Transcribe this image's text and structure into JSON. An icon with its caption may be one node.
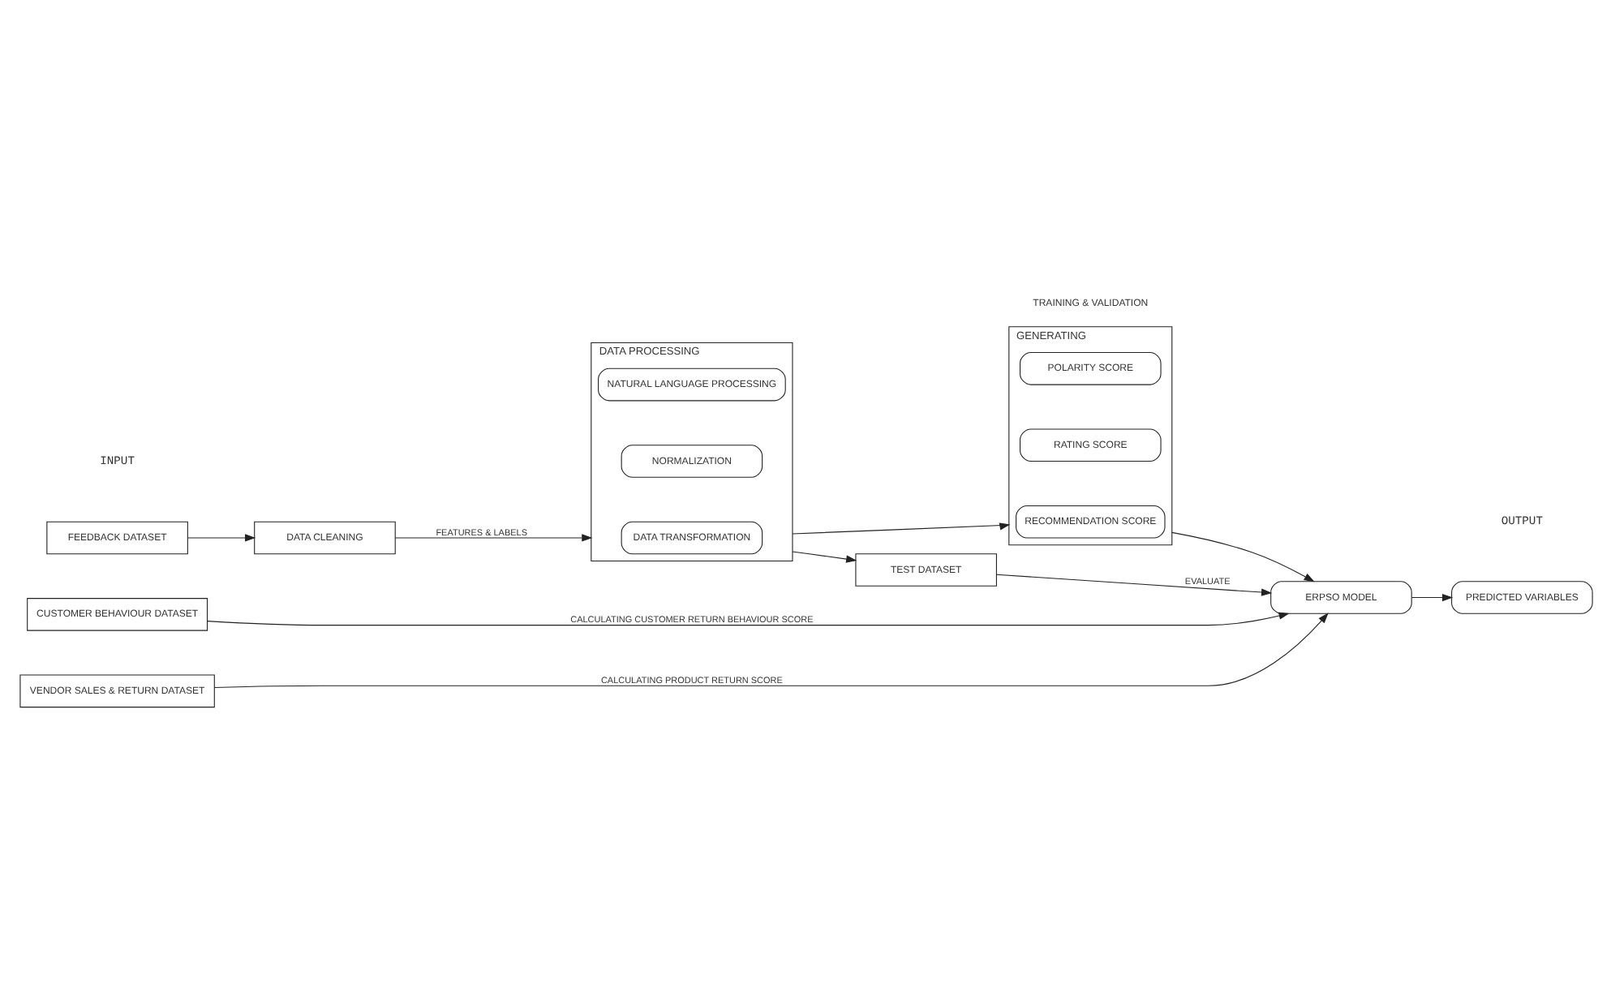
{
  "diagram": {
    "nodes": [
      {
        "text": [
          "FEEDBACK DATASET"
        ]
      },
      {
        "text": [
          "DATA CLEANING"
        ]
      },
      {
        "text": [
          "DATA PROCESSING"
        ]
      },
      {
        "text": [
          "DATA TRANSFORMATION"
        ],
        "in": 2
      },
      {
        "text": [
          "NORMALIZATION"
        ],
        "in": 2
      },
      {
        "text": [
          "NATURAL LANGUAGE PROCESSING"
        ],
        "in": 2
      },
      {
        "text": [
          "GENERATING"
        ]
      },
      {
        "text": [
          "RECOMMENDATION SCORE"
        ],
        "in": 6
      },
      {
        "text": [
          "RATING SCORE"
        ],
        "in": 6
      },
      {
        "text": [
          "POLARITY SCORE"
        ],
        "in": 6
      },
      {
        "text": [
          "TEST DATASET"
        ]
      },
      {
        "text": [
          "PREDICTED VARIABLES"
        ]
      },
      {
        "text": [
          "ERPSO MODEL"
        ]
      },
      {
        "text": [
          "CUSTOMER BEHAVIOUR DATASET"
        ]
      },
      {
        "text": [
          "VENDOR SALES & RETURN DATASET"
        ]
      }
    ],
    "edges": [
      {
        "from": 0,
        "to": 1,
        "arrow": "to"
      },
      {
        "from": 1,
        "to": 2,
        "arrow": "to",
        "label": "FEATURES & LABELS"
      },
      {
        "from": 2,
        "to": 6,
        "arrow": "to"
      },
      {
        "from": 2,
        "to": 10,
        "arrow": "to"
      },
      {
        "from": 6,
        "to": 12,
        "arrow": "to"
      },
      {
        "from": 10,
        "to": 12,
        "arrow": "to",
        "label": "EVALUATE"
      },
      {
        "from": 12,
        "to": 11,
        "arrow": "to"
      },
      {
        "from": 13,
        "to": 12,
        "arrow": "to",
        "label": "CALCULATING CUSTOMER RETURN BEHAVIOUR SCORE"
      },
      {
        "from": 14,
        "to": 12,
        "arrow": "to",
        "label": "CALCULATING PRODUCT RETURN SCORE"
      }
    ],
    "labels": [
      "INPUT",
      "OUTPUT",
      "TRAINING & VALIDATION"
    ]
  }
}
